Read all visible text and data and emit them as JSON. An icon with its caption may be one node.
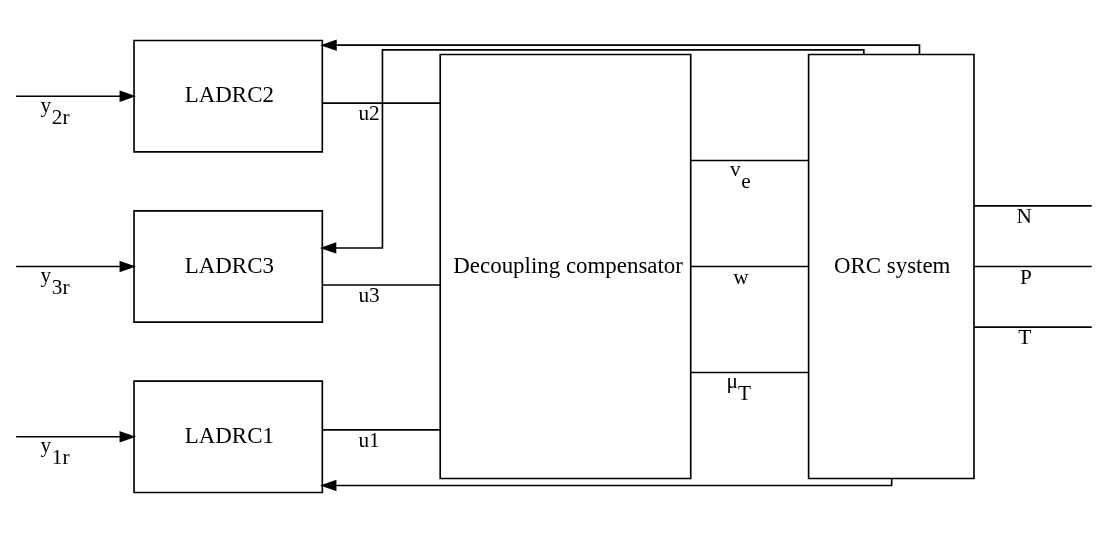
{
  "diagram": {
    "nodes": [
      {
        "text": [
          "LADRC1"
        ]
      },
      {
        "text": [
          "LADRC2"
        ]
      },
      {
        "text": [
          "LADRC3"
        ]
      },
      {
        "text": [
          "Decoupling compensator"
        ]
      },
      {
        "text": [
          "ORC system"
        ]
      }
    ],
    "edges": [
      {
        "from": null,
        "to": 0,
        "arrow": "to",
        "label": "y$_{1r}$"
      },
      {
        "from": null,
        "to": 1,
        "arrow": "to",
        "label": "y$_{2r}$"
      },
      {
        "from": null,
        "to": 2,
        "arrow": "to",
        "label": "y$_{3r}$"
      },
      {
        "from": 0,
        "to": 3,
        "arrow": "none",
        "label": "u1"
      },
      {
        "from": 1,
        "to": 3,
        "arrow": "none",
        "label": "u2"
      },
      {
        "from": 2,
        "to": 3,
        "arrow": "none",
        "label": "u3"
      },
      {
        "from": 3,
        "to": 4,
        "arrow": "none",
        "label": "μ$_{T}$"
      },
      {
        "from": 3,
        "to": 4,
        "arrow": "none",
        "label": "w"
      },
      {
        "from": 3,
        "to": 4,
        "arrow": "none",
        "label": "v$_{e}$"
      },
      {
        "from": 4,
        "to": null,
        "arrow": "none",
        "label": "N"
      },
      {
        "from": 4,
        "to": null,
        "arrow": "none",
        "label": "P"
      },
      {
        "from": 4,
        "to": null,
        "arrow": "none",
        "label": "T"
      },
      {
        "from": 4,
        "to": 0,
        "arrow": "to"
      },
      {
        "from": 4,
        "to": 1,
        "arrow": "to"
      },
      {
        "from": 4,
        "to": 2,
        "arrow": "to"
      }
    ]
  }
}
